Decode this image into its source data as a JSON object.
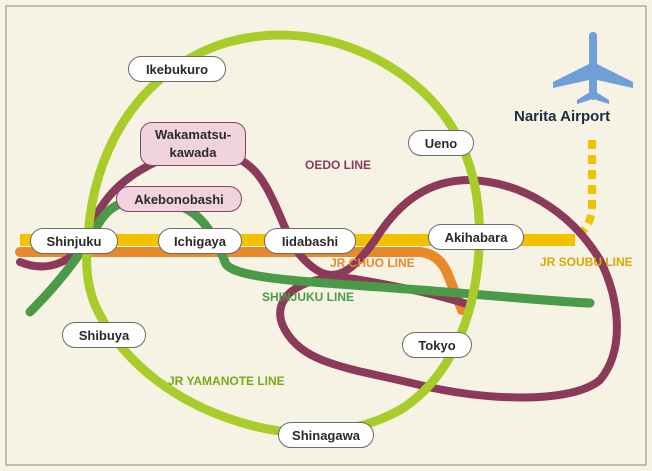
{
  "colors": {
    "background": "#f7f3e4",
    "yamanote": "#a8cc2a",
    "oedo": "#8b3a5a",
    "chuo": "#e8892b",
    "soubu": "#f2c200",
    "shinjuku": "#4a9a4a",
    "airport_icon": "#6f9fd6"
  },
  "stations": {
    "ikebukuro": "Ikebukuro",
    "wakamatsu_kawada": [
      "Wakamatsu-",
      "kawada"
    ],
    "akebonobashi": "Akebonobashi",
    "ueno": "Ueno",
    "shinjuku": "Shinjuku",
    "ichigaya": "Ichigaya",
    "iidabashi": "Iidabashi",
    "akihabara": "Akihabara",
    "shibuya": "Shibuya",
    "tokyo": "Tokyo",
    "shinagawa": "Shinagawa"
  },
  "lines": {
    "oedo": "OEDO LINE",
    "jr_chuo": "JR CHUO LINE",
    "jr_soubu": "JR SOUBU LINE",
    "shinjuku": "SHINJUKU LINE",
    "jr_yamanote": "JR YAMANOTE LINE"
  },
  "airport": {
    "label": "Narita Airport",
    "icon": "airplane-icon"
  }
}
